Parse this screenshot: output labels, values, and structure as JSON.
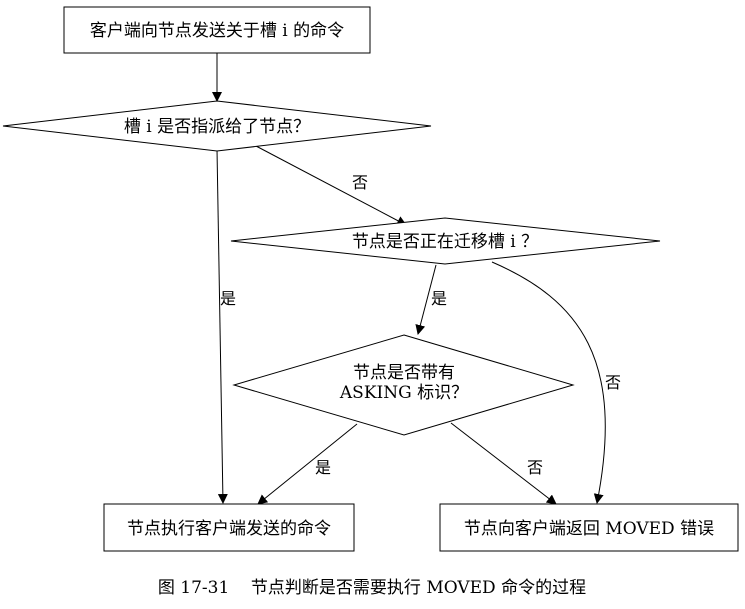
{
  "nodes": {
    "start": "客户端向节点发送关于槽 i 的命令",
    "check_own_slot": "槽 i 是否指派给了节点？",
    "check_migrating": "节点是否正在迁移槽 i ？",
    "check_asking": "节点是否带有\nASKING 标识？",
    "execute": "节点执行客户端发送的命令",
    "moved": "节点向客户端返回 MOVED 错误"
  },
  "edges": {
    "own_no": "否",
    "own_yes": "是",
    "migrating_yes": "是",
    "migrating_no": "否",
    "asking_yes": "是",
    "asking_no": "否"
  },
  "caption": "图 17-31    节点判断是否需要执行 MOVED 命令的过程"
}
